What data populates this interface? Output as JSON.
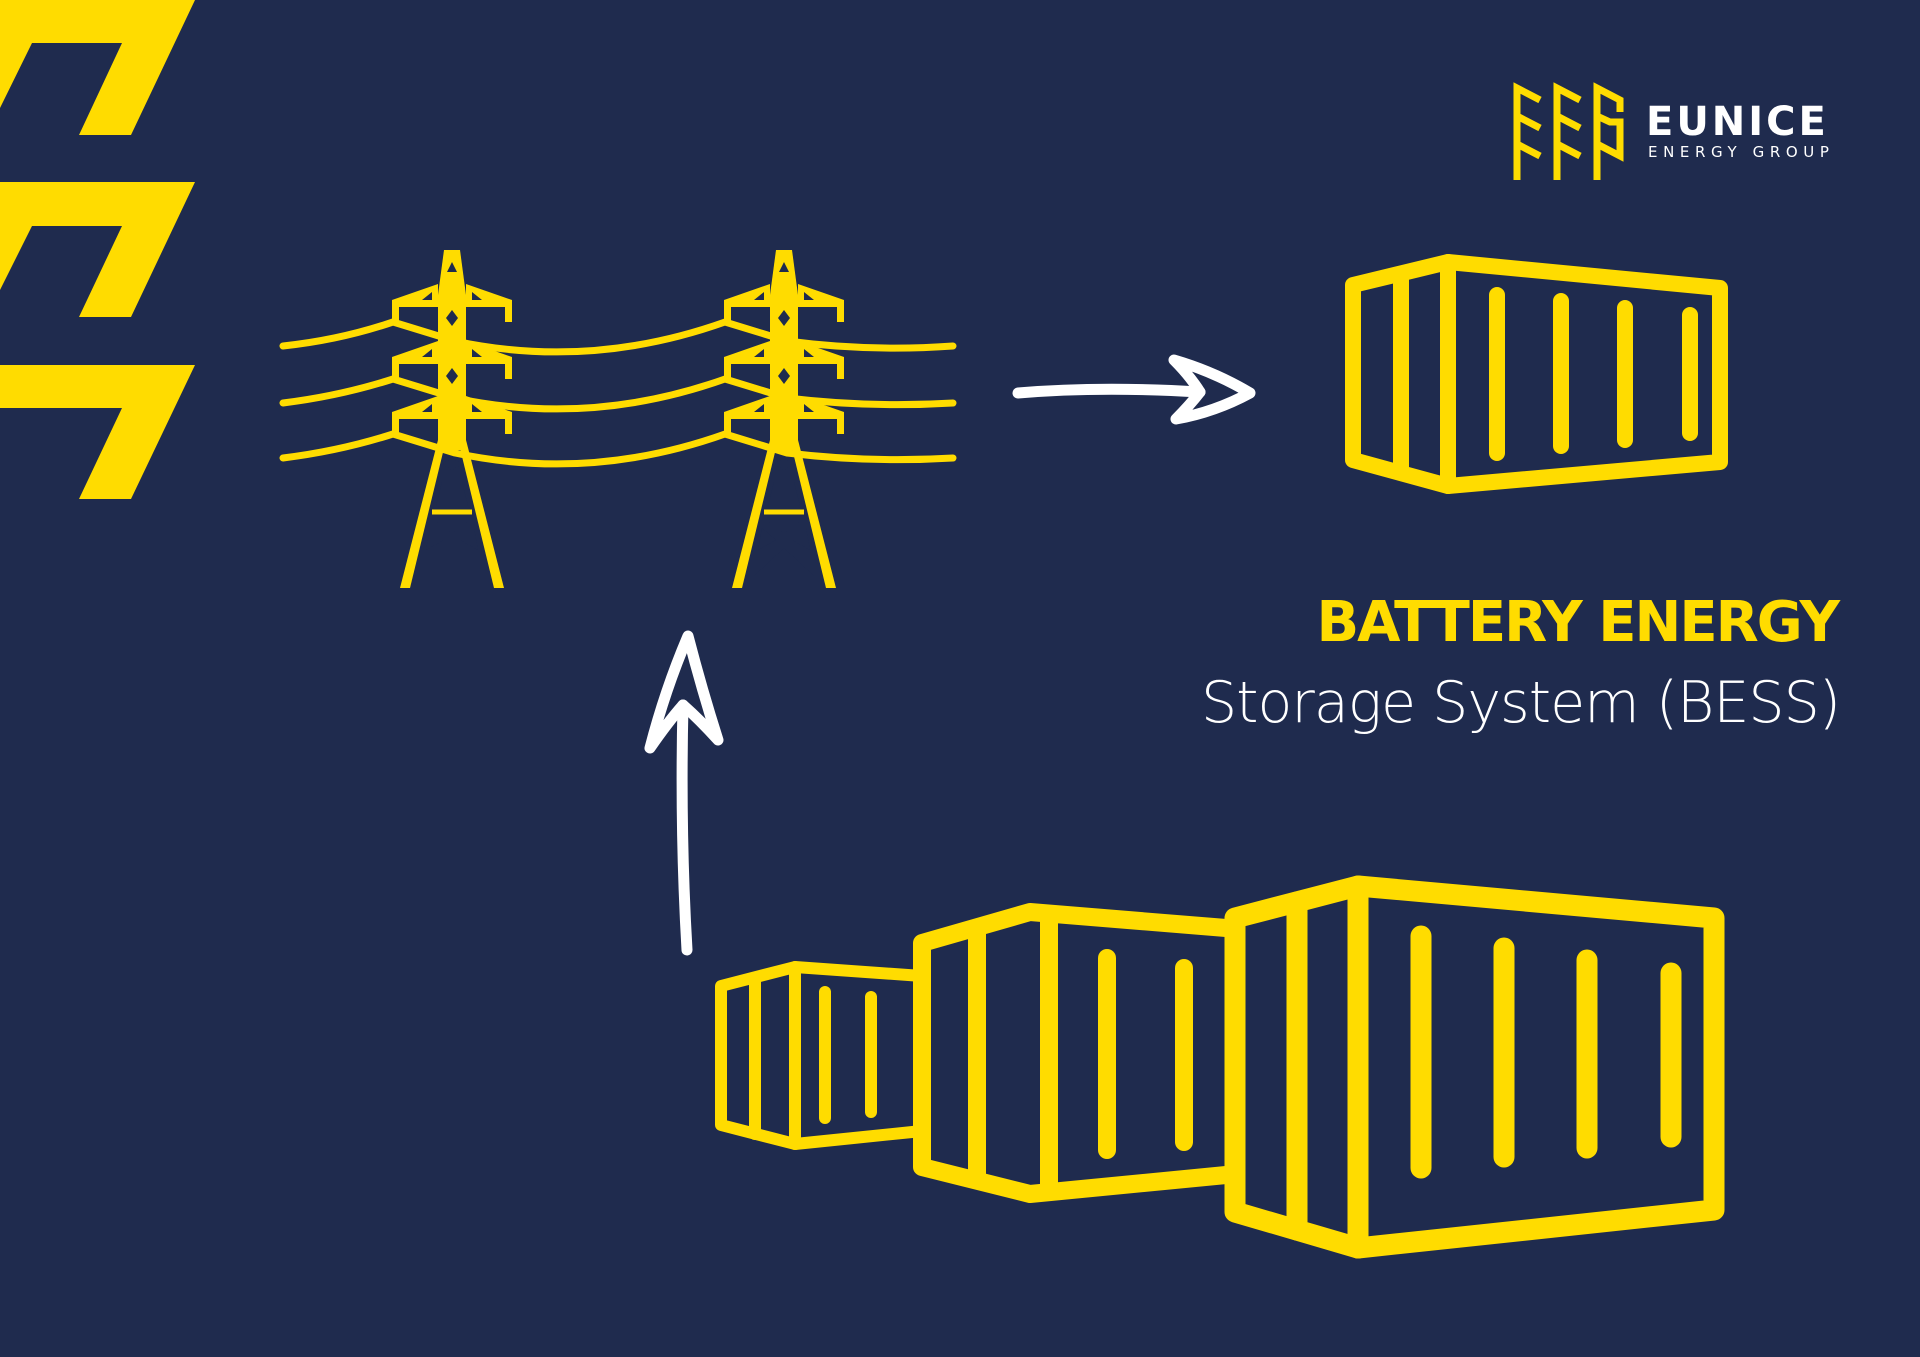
{
  "brand": {
    "name": "EUNICE",
    "tagline": "ENERGY GROUP"
  },
  "headline": {
    "line1": "BATTERY ENERGY",
    "line2": "Storage System (BESS)"
  },
  "diagram": {
    "nodes": [
      {
        "id": "bess-units",
        "label": "Battery containers (3)"
      },
      {
        "id": "grid",
        "label": "Transmission towers (2)"
      },
      {
        "id": "bess-single",
        "label": "Battery container"
      }
    ],
    "flows": [
      {
        "from": "bess-units",
        "to": "grid",
        "direction": "up"
      },
      {
        "from": "grid",
        "to": "bess-single",
        "direction": "right"
      }
    ]
  },
  "colors": {
    "background": "#1f2b4e",
    "accent": "#ffdc00",
    "text": "#ffffff"
  }
}
